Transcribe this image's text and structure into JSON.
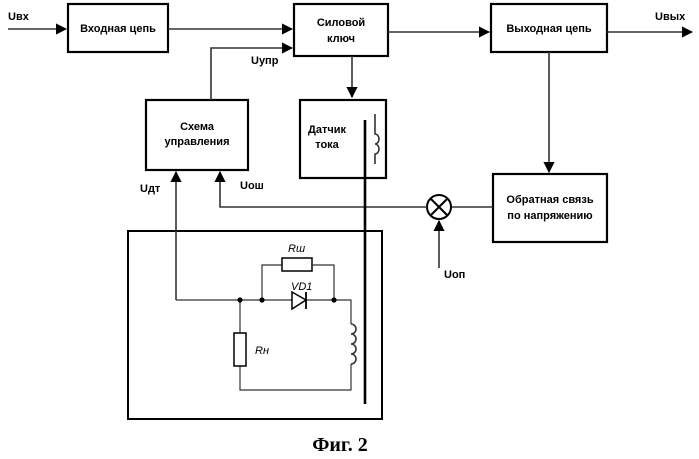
{
  "blocks": {
    "input_circuit": "Входная цепь",
    "power_switch": [
      "Силовой",
      "ключ"
    ],
    "output_circuit": "Выходная цепь",
    "current_sensor": [
      "Датчик",
      "тока"
    ],
    "control_circuit": [
      "Схема",
      "управления"
    ],
    "voltage_feedback": [
      "Обратная связь",
      "по напряжению"
    ]
  },
  "signals": {
    "u_in": "Uвх",
    "u_out": "Uвых",
    "u_ctrl": "Uупр",
    "u_dt": "Uдт",
    "u_err": "Uош",
    "u_ref": "Uоп"
  },
  "components": {
    "r_shunt": "Rш",
    "diode": "VD1",
    "r_load": "Rн"
  },
  "caption": "Фиг. 2"
}
